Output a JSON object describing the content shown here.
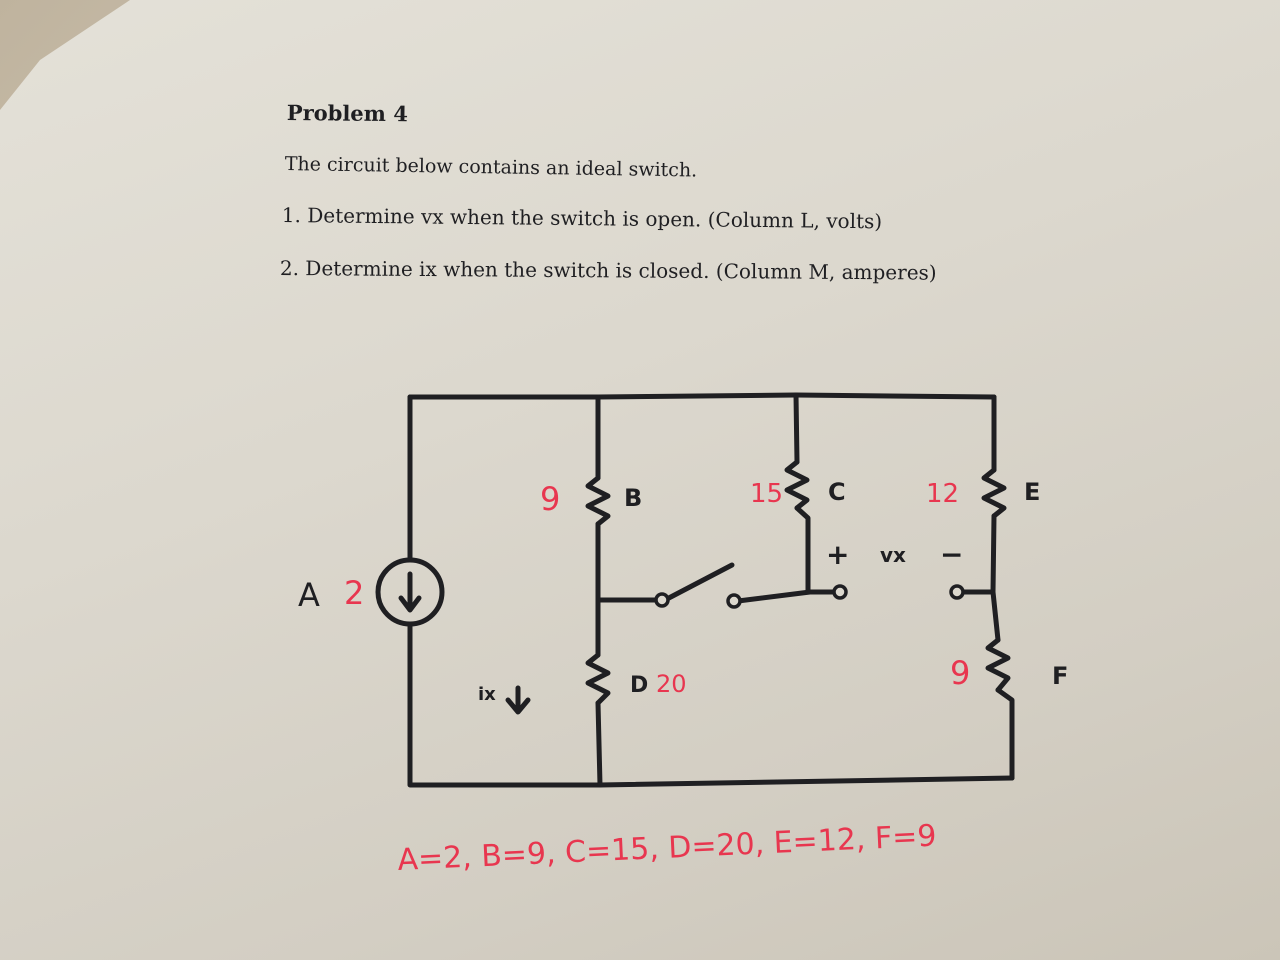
{
  "problem": {
    "title": "Problem 4",
    "intro": "The circuit below contains an ideal switch.",
    "questions": [
      "1. Determine vx when the switch is open. (Column L, volts)",
      "2. Determine ix when the switch is closed. (Column M, amperes)"
    ]
  },
  "circuit": {
    "source": {
      "letter": "A",
      "value": "2"
    },
    "resistors": {
      "B": {
        "letter": "B",
        "value": "9"
      },
      "C": {
        "letter": "C",
        "value": "15"
      },
      "D": {
        "letter": "D",
        "value": "20"
      },
      "E": {
        "letter": "E",
        "value": "12"
      },
      "F": {
        "letter": "F",
        "value": "9"
      }
    },
    "vx_plus": "+",
    "vx_label": "vx",
    "vx_minus": "−",
    "ix_label": "ix"
  },
  "answers_line": "A=2, B=9, C=15, D=20, E=12, F=9",
  "colors": {
    "ink": "#1f1f22",
    "red_ink": "#e8364f"
  }
}
